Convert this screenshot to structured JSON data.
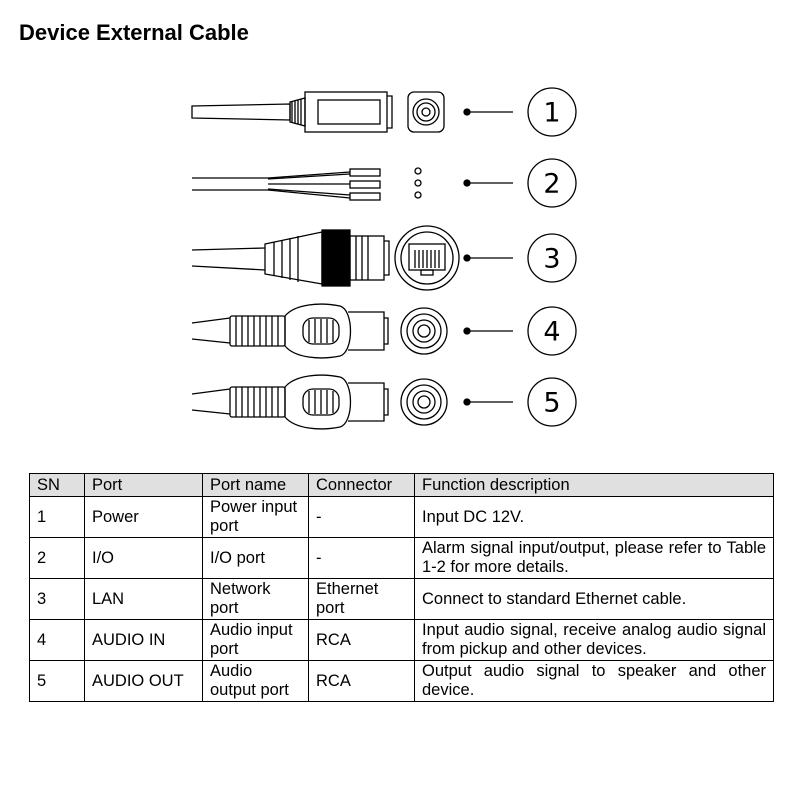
{
  "title": "Device External Cable",
  "callouts": [
    "1",
    "2",
    "3",
    "4",
    "5"
  ],
  "connectors": [
    {
      "num": "1",
      "icon": "dc-power-jack-icon"
    },
    {
      "num": "2",
      "icon": "io-wires-icon"
    },
    {
      "num": "3",
      "icon": "rj45-ethernet-icon"
    },
    {
      "num": "4",
      "icon": "rca-audio-in-icon"
    },
    {
      "num": "5",
      "icon": "rca-audio-out-icon"
    }
  ],
  "table": {
    "headers": [
      "SN",
      "Port",
      "Port name",
      "Connector",
      "Function description"
    ],
    "rows": [
      [
        "1",
        "Power",
        "Power input port",
        "-",
        "Input DC 12V."
      ],
      [
        "2",
        "I/O",
        "I/O port",
        "-",
        "Alarm signal input/output, please refer to Table 1-2 for more details."
      ],
      [
        "3",
        "LAN",
        "Network port",
        "Ethernet port",
        "Connect to standard Ethernet cable."
      ],
      [
        "4",
        "AUDIO IN",
        "Audio input port",
        "RCA",
        "Input audio signal, receive analog audio signal from pickup and other devices."
      ],
      [
        "5",
        "AUDIO OUT",
        "Audio output port",
        "RCA",
        "Output audio signal to speaker and other device."
      ]
    ]
  }
}
